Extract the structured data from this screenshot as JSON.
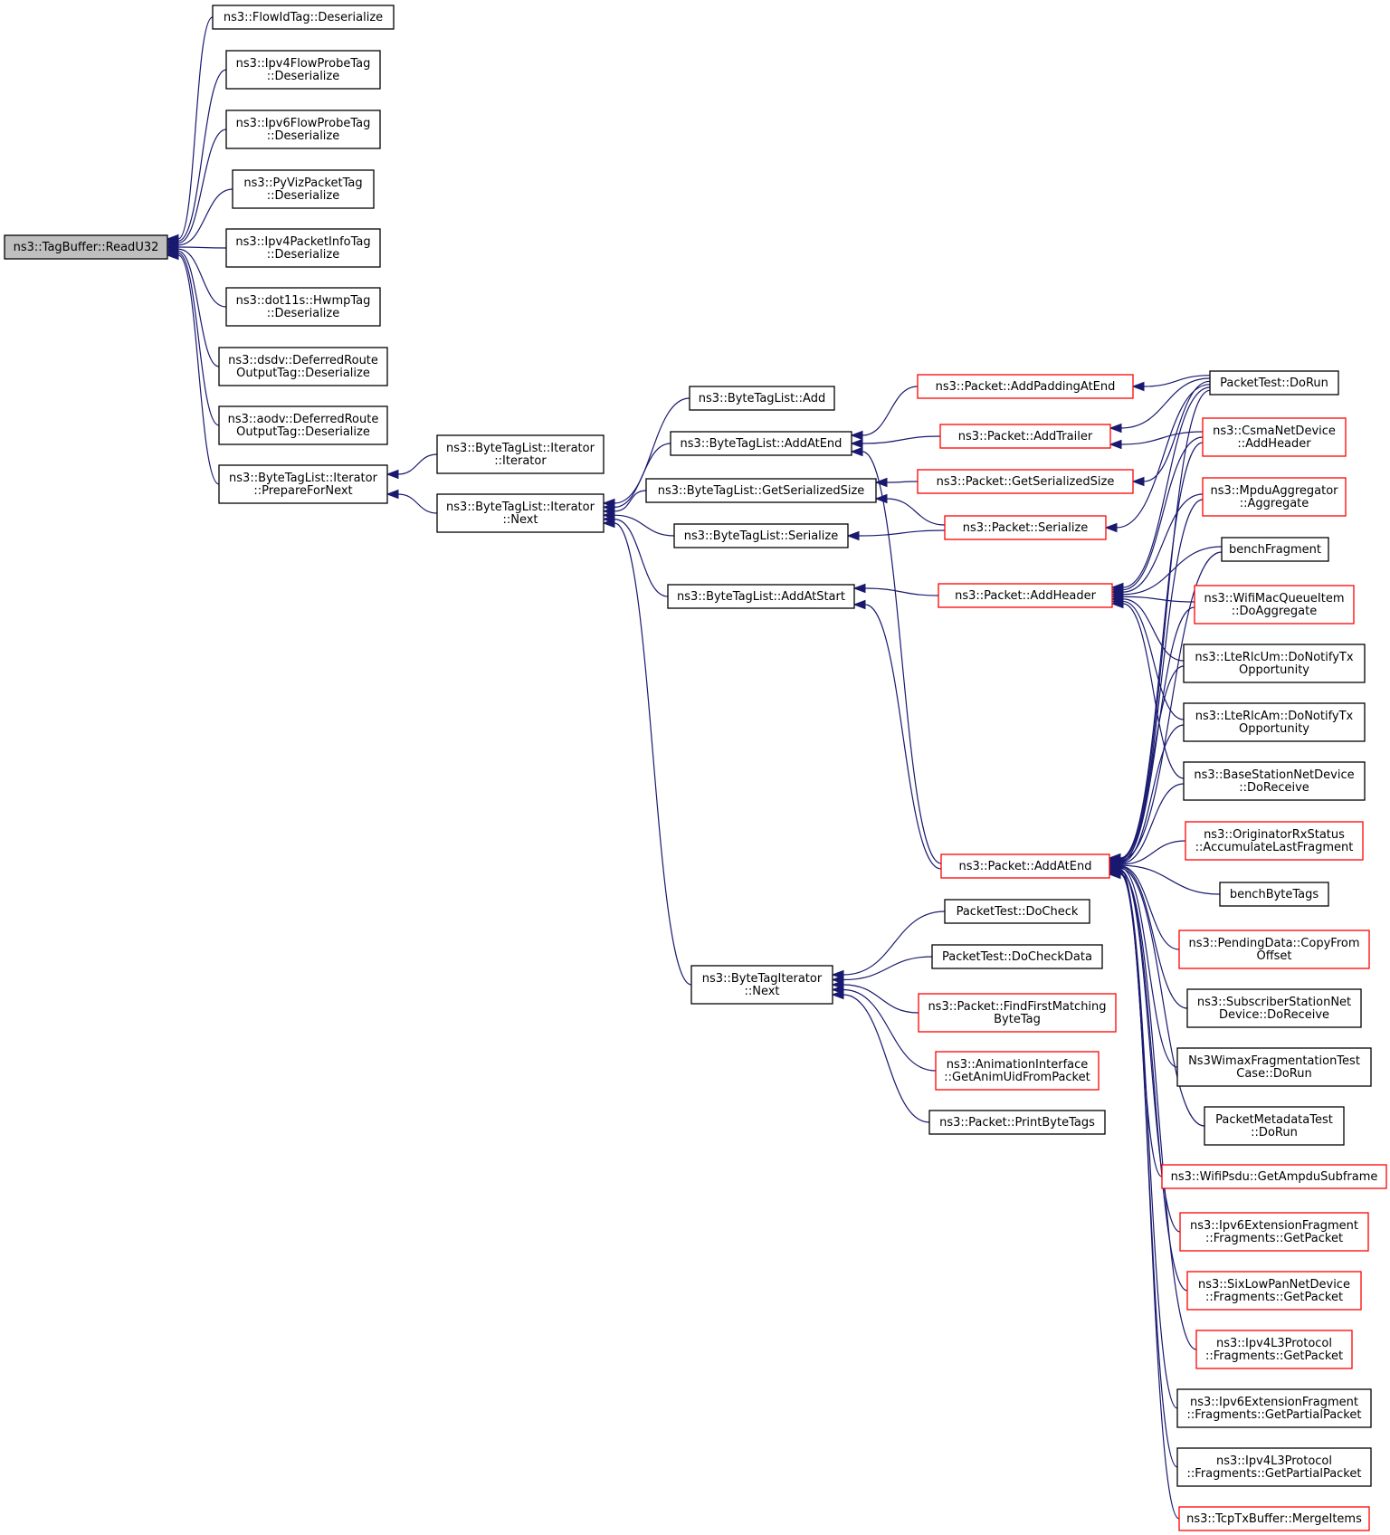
{
  "graph": {
    "nodes": [
      {
        "id": "n0",
        "lines": [
          "ns3::TagBuffer::ReadU32"
        ],
        "style": "focus"
      },
      {
        "id": "n1",
        "lines": [
          "ns3::FlowIdTag::Deserialize"
        ],
        "style": "black"
      },
      {
        "id": "n2",
        "lines": [
          "ns3::Ipv4FlowProbeTag",
          "::Deserialize"
        ],
        "style": "black"
      },
      {
        "id": "n3",
        "lines": [
          "ns3::Ipv6FlowProbeTag",
          "::Deserialize"
        ],
        "style": "black"
      },
      {
        "id": "n4",
        "lines": [
          "ns3::PyVizPacketTag",
          "::Deserialize"
        ],
        "style": "black"
      },
      {
        "id": "n5",
        "lines": [
          "ns3::Ipv4PacketInfoTag",
          "::Deserialize"
        ],
        "style": "black"
      },
      {
        "id": "n6",
        "lines": [
          "ns3::dot11s::HwmpTag",
          "::Deserialize"
        ],
        "style": "black"
      },
      {
        "id": "n7",
        "lines": [
          "ns3::dsdv::DeferredRoute",
          "OutputTag::Deserialize"
        ],
        "style": "black"
      },
      {
        "id": "n8",
        "lines": [
          "ns3::aodv::DeferredRoute",
          "OutputTag::Deserialize"
        ],
        "style": "black"
      },
      {
        "id": "n9",
        "lines": [
          "ns3::ByteTagList::Iterator",
          "::PrepareForNext"
        ],
        "style": "black"
      },
      {
        "id": "n10",
        "lines": [
          "ns3::ByteTagList::Iterator",
          "::Iterator"
        ],
        "style": "black"
      },
      {
        "id": "n11",
        "lines": [
          "ns3::ByteTagList::Iterator",
          "::Next"
        ],
        "style": "black"
      },
      {
        "id": "n12",
        "lines": [
          "ns3::ByteTagList::Add"
        ],
        "style": "black"
      },
      {
        "id": "n13",
        "lines": [
          "ns3::ByteTagList::AddAtEnd"
        ],
        "style": "black"
      },
      {
        "id": "n14",
        "lines": [
          "ns3::ByteTagList::GetSerializedSize"
        ],
        "style": "black"
      },
      {
        "id": "n15",
        "lines": [
          "ns3::ByteTagList::Serialize"
        ],
        "style": "black"
      },
      {
        "id": "n16",
        "lines": [
          "ns3::ByteTagList::AddAtStart"
        ],
        "style": "black"
      },
      {
        "id": "n17",
        "lines": [
          "ns3::ByteTagIterator",
          "::Next"
        ],
        "style": "black"
      },
      {
        "id": "n18",
        "lines": [
          "ns3::Packet::AddPaddingAtEnd"
        ],
        "style": "red"
      },
      {
        "id": "n19",
        "lines": [
          "ns3::Packet::AddTrailer"
        ],
        "style": "red"
      },
      {
        "id": "n20",
        "lines": [
          "ns3::Packet::GetSerializedSize"
        ],
        "style": "red"
      },
      {
        "id": "n21",
        "lines": [
          "ns3::Packet::Serialize"
        ],
        "style": "red"
      },
      {
        "id": "n22",
        "lines": [
          "ns3::Packet::AddHeader"
        ],
        "style": "red"
      },
      {
        "id": "n23",
        "lines": [
          "ns3::Packet::AddAtEnd"
        ],
        "style": "red"
      },
      {
        "id": "n24",
        "lines": [
          "PacketTest::DoCheck"
        ],
        "style": "black"
      },
      {
        "id": "n25",
        "lines": [
          "PacketTest::DoCheckData"
        ],
        "style": "black"
      },
      {
        "id": "n26",
        "lines": [
          "ns3::Packet::FindFirstMatching",
          "ByteTag"
        ],
        "style": "red"
      },
      {
        "id": "n27",
        "lines": [
          "ns3::AnimationInterface",
          "::GetAnimUidFromPacket"
        ],
        "style": "red"
      },
      {
        "id": "n28",
        "lines": [
          "ns3::Packet::PrintByteTags"
        ],
        "style": "black"
      },
      {
        "id": "n29",
        "lines": [
          "PacketTest::DoRun"
        ],
        "style": "black"
      },
      {
        "id": "n30",
        "lines": [
          "ns3::CsmaNetDevice",
          "::AddHeader"
        ],
        "style": "red"
      },
      {
        "id": "n31",
        "lines": [
          "ns3::MpduAggregator",
          "::Aggregate"
        ],
        "style": "red"
      },
      {
        "id": "n32",
        "lines": [
          "benchFragment"
        ],
        "style": "black"
      },
      {
        "id": "n33",
        "lines": [
          "ns3::WifiMacQueueItem",
          "::DoAggregate"
        ],
        "style": "red"
      },
      {
        "id": "n34",
        "lines": [
          "ns3::LteRlcUm::DoNotifyTx",
          "Opportunity"
        ],
        "style": "black"
      },
      {
        "id": "n35",
        "lines": [
          "ns3::LteRlcAm::DoNotifyTx",
          "Opportunity"
        ],
        "style": "black"
      },
      {
        "id": "n36",
        "lines": [
          "ns3::BaseStationNetDevice",
          "::DoReceive"
        ],
        "style": "black"
      },
      {
        "id": "n37",
        "lines": [
          "ns3::OriginatorRxStatus",
          "::AccumulateLastFragment"
        ],
        "style": "red"
      },
      {
        "id": "n38",
        "lines": [
          "benchByteTags"
        ],
        "style": "black"
      },
      {
        "id": "n39",
        "lines": [
          "ns3::PendingData::CopyFrom",
          "Offset"
        ],
        "style": "red"
      },
      {
        "id": "n40",
        "lines": [
          "ns3::SubscriberStationNet",
          "Device::DoReceive"
        ],
        "style": "black"
      },
      {
        "id": "n41",
        "lines": [
          "Ns3WimaxFragmentationTest",
          "Case::DoRun"
        ],
        "style": "black"
      },
      {
        "id": "n42",
        "lines": [
          "PacketMetadataTest",
          "::DoRun"
        ],
        "style": "black"
      },
      {
        "id": "n43",
        "lines": [
          "ns3::WifiPsdu::GetAmpduSubframe"
        ],
        "style": "red"
      },
      {
        "id": "n44",
        "lines": [
          "ns3::Ipv6ExtensionFragment",
          "::Fragments::GetPacket"
        ],
        "style": "red"
      },
      {
        "id": "n45",
        "lines": [
          "ns3::SixLowPanNetDevice",
          "::Fragments::GetPacket"
        ],
        "style": "red"
      },
      {
        "id": "n46",
        "lines": [
          "ns3::Ipv4L3Protocol",
          "::Fragments::GetPacket"
        ],
        "style": "red"
      },
      {
        "id": "n47",
        "lines": [
          "ns3::Ipv6ExtensionFragment",
          "::Fragments::GetPartialPacket"
        ],
        "style": "black"
      },
      {
        "id": "n48",
        "lines": [
          "ns3::Ipv4L3Protocol",
          "::Fragments::GetPartialPacket"
        ],
        "style": "black"
      },
      {
        "id": "n49",
        "lines": [
          "ns3::TcpTxBuffer::MergeItems"
        ],
        "style": "red"
      }
    ],
    "edges": [
      [
        "n1",
        "n0"
      ],
      [
        "n2",
        "n0"
      ],
      [
        "n3",
        "n0"
      ],
      [
        "n4",
        "n0"
      ],
      [
        "n5",
        "n0"
      ],
      [
        "n6",
        "n0"
      ],
      [
        "n7",
        "n0"
      ],
      [
        "n8",
        "n0"
      ],
      [
        "n9",
        "n0"
      ],
      [
        "n10",
        "n9"
      ],
      [
        "n11",
        "n9"
      ],
      [
        "n12",
        "n11"
      ],
      [
        "n13",
        "n11"
      ],
      [
        "n14",
        "n11"
      ],
      [
        "n15",
        "n11"
      ],
      [
        "n16",
        "n11"
      ],
      [
        "n17",
        "n11"
      ],
      [
        "n18",
        "n13"
      ],
      [
        "n19",
        "n13"
      ],
      [
        "n23",
        "n13"
      ],
      [
        "n20",
        "n14"
      ],
      [
        "n21",
        "n14"
      ],
      [
        "n21",
        "n15"
      ],
      [
        "n22",
        "n16"
      ],
      [
        "n23",
        "n16"
      ],
      [
        "n24",
        "n17"
      ],
      [
        "n25",
        "n17"
      ],
      [
        "n26",
        "n17"
      ],
      [
        "n27",
        "n17"
      ],
      [
        "n28",
        "n17"
      ],
      [
        "n29",
        "n18"
      ],
      [
        "n29",
        "n19"
      ],
      [
        "n30",
        "n19"
      ],
      [
        "n29",
        "n20"
      ],
      [
        "n29",
        "n21"
      ],
      [
        "n29",
        "n22"
      ],
      [
        "n30",
        "n22"
      ],
      [
        "n31",
        "n22"
      ],
      [
        "n32",
        "n22"
      ],
      [
        "n33",
        "n22"
      ],
      [
        "n34",
        "n22"
      ],
      [
        "n35",
        "n22"
      ],
      [
        "n36",
        "n22"
      ],
      [
        "n29",
        "n23"
      ],
      [
        "n30",
        "n23"
      ],
      [
        "n31",
        "n23"
      ],
      [
        "n32",
        "n23"
      ],
      [
        "n33",
        "n23"
      ],
      [
        "n34",
        "n23"
      ],
      [
        "n35",
        "n23"
      ],
      [
        "n36",
        "n23"
      ],
      [
        "n37",
        "n23"
      ],
      [
        "n38",
        "n23"
      ],
      [
        "n39",
        "n23"
      ],
      [
        "n40",
        "n23"
      ],
      [
        "n41",
        "n23"
      ],
      [
        "n42",
        "n23"
      ],
      [
        "n43",
        "n23"
      ],
      [
        "n44",
        "n23"
      ],
      [
        "n45",
        "n23"
      ],
      [
        "n46",
        "n23"
      ],
      [
        "n47",
        "n23"
      ],
      [
        "n48",
        "n23"
      ],
      [
        "n49",
        "n23"
      ]
    ]
  }
}
